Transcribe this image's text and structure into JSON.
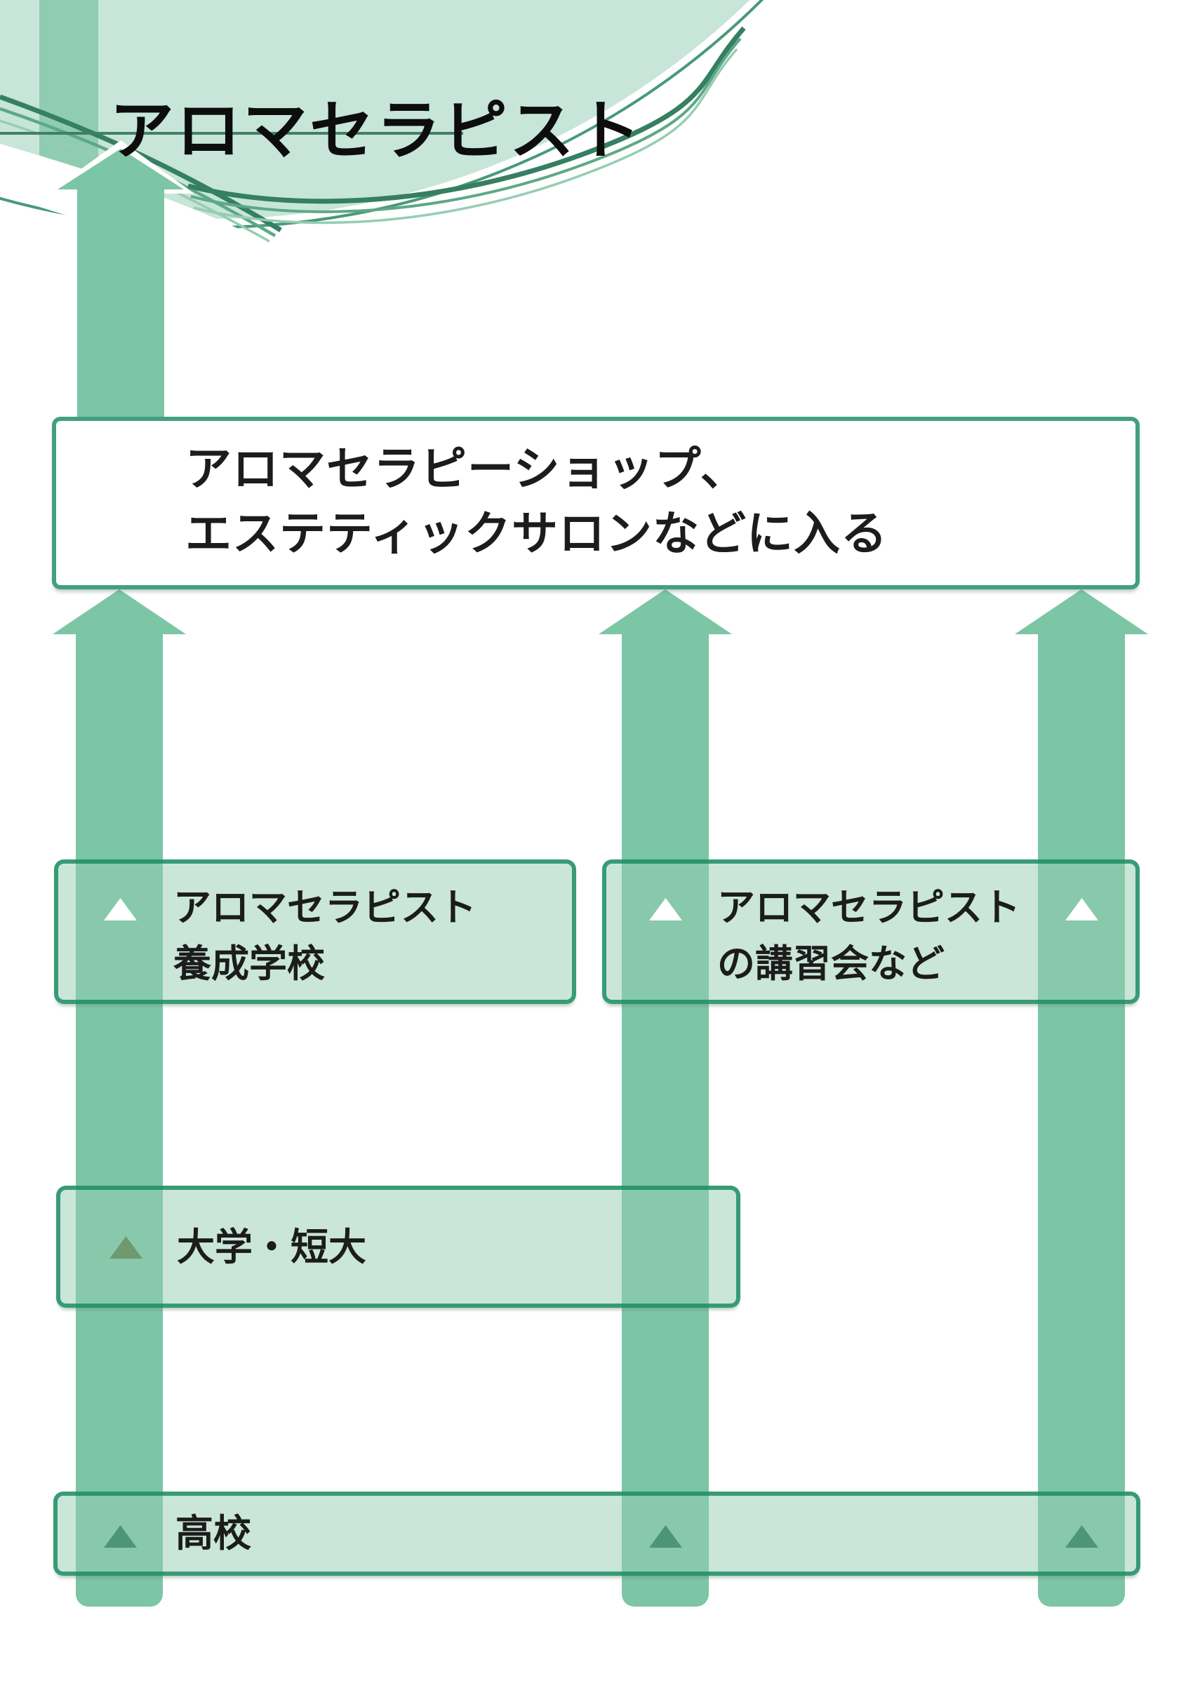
{
  "page": {
    "title_text": "アロマセラピスト"
  },
  "goal_box": {
    "line1": "アロマセラピーショップ、",
    "line2": "エステティックサロンなどに入る"
  },
  "boxes": {
    "training_school": {
      "line1": "アロマセラピスト",
      "line2": "養成学校"
    },
    "workshops": {
      "line1": "アロマセラピスト",
      "line2": "の講習会など"
    },
    "university": {
      "label": "大学・短大"
    },
    "high_school": {
      "label": "高校"
    }
  },
  "icons": {
    "bullet": "up-triangle",
    "arrow": "up-arrow"
  },
  "colors": {
    "arrow-green": "#7cc5a5",
    "bar-green": "#8fccb2",
    "circle-fill": "#c7e5d8",
    "rim-green": "#48997b",
    "box-fill": "rgba(147,206,177,0.5)",
    "box-border": "rgba(16,134,94,0.78)",
    "goal-border": "#42a07d",
    "underline-green": "#417f68",
    "swoosh-dark": "#357f62",
    "swoosh-mid": "#5da887",
    "swoosh-light": "#96cdb2",
    "tri-white": "#ffffff",
    "tri-olive": "#6f9a6d",
    "tri-green": "#4e9478",
    "text-dark": "#1c1c1c"
  }
}
